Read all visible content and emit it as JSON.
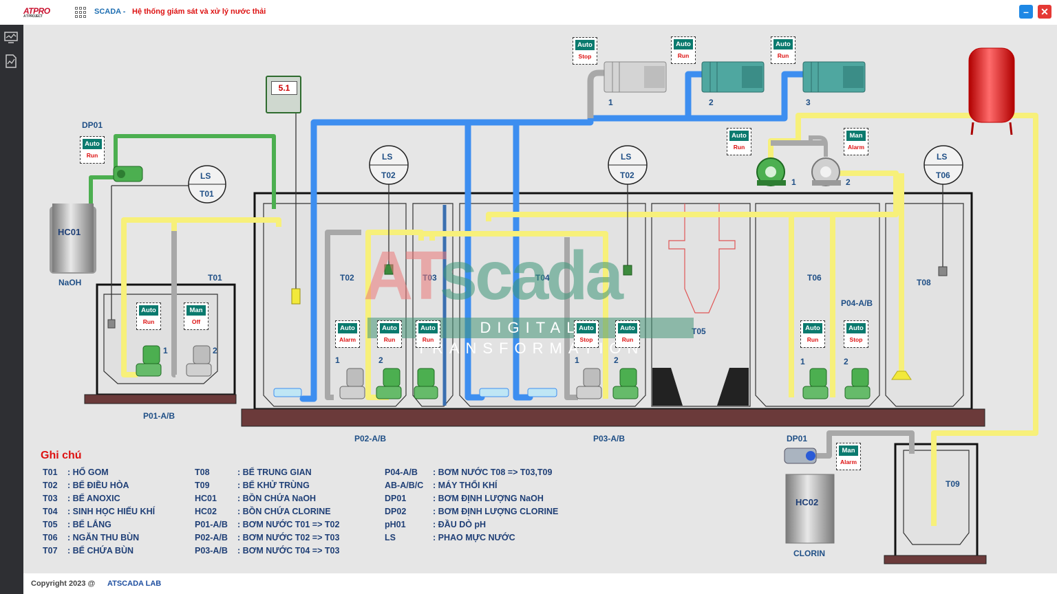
{
  "header": {
    "logo": "ATPRO",
    "logo_sub": "A T PROJECT",
    "app_name": "SCADA -",
    "app_subtitle": "Hệ thống giám sát và xử lý nước thải"
  },
  "footer": {
    "copyright": "Copyright 2023 @",
    "link": "ATSCADA LAB"
  },
  "meter": {
    "value": "5.1"
  },
  "watermark": {
    "brand_a": "AT",
    "brand_b": "scada",
    "tagline": "DIGITAL TRANSFORMATION"
  },
  "labels": {
    "dp01_top": "DP01",
    "hc01": "HC01",
    "naoh": "NaOH",
    "t01": "T01",
    "t02": "T02",
    "t03": "T03",
    "t04": "T04",
    "t05": "T05",
    "t06": "T06",
    "t08": "T08",
    "t09": "T09",
    "p01": "P01-A/B",
    "p02": "P02-A/B",
    "p03": "P03-A/B",
    "p04": "P04-A/B",
    "dp01_bottom": "DP01",
    "hc02": "HC02",
    "clorin": "CLORIN",
    "ls": "LS",
    "ls_t01": "T01",
    "ls_t02a": "T02",
    "ls_t02b": "T02",
    "ls_t06": "T06",
    "blower1": "1",
    "blower2": "2",
    "blower3": "3",
    "cp1": "1",
    "cp2": "2",
    "p01_1": "1",
    "p01_2": "2",
    "p02_1": "1",
    "p02_2": "2",
    "p03_1": "1",
    "p03_2": "2",
    "p04_1": "1",
    "p04_2": "2"
  },
  "controls": {
    "dp01": {
      "mode": "Auto",
      "state": "Run"
    },
    "p01a": {
      "mode": "Auto",
      "state": "Run"
    },
    "p01b": {
      "mode": "Man",
      "state": "Off"
    },
    "p02a": {
      "mode": "Auto",
      "state": "Alarm"
    },
    "p02b": {
      "mode": "Auto",
      "state": "Run"
    },
    "t03m": {
      "mode": "Auto",
      "state": "Run"
    },
    "p03a": {
      "mode": "Auto",
      "state": "Stop"
    },
    "p03b": {
      "mode": "Auto",
      "state": "Run"
    },
    "p04a": {
      "mode": "Auto",
      "state": "Run"
    },
    "p04b": {
      "mode": "Auto",
      "state": "Stop"
    },
    "ab1": {
      "mode": "Auto",
      "state": "Stop"
    },
    "ab2": {
      "mode": "Auto",
      "state": "Run"
    },
    "ab3": {
      "mode": "Auto",
      "state": "Run"
    },
    "cp1": {
      "mode": "Auto",
      "state": "Run"
    },
    "cp2": {
      "mode": "Man",
      "state": "Alarm"
    },
    "dp02": {
      "mode": "Man",
      "state": "Alarm"
    }
  },
  "legend": {
    "title": "Ghi chú",
    "col1": [
      {
        "code": "T01",
        "desc": ": HỐ GOM"
      },
      {
        "code": "T02",
        "desc": ": BỂ ĐIỀU HÒA"
      },
      {
        "code": "T03",
        "desc": ": BỂ ANOXIC"
      },
      {
        "code": "T04",
        "desc": ": SINH HỌC HIẾU KHÍ"
      },
      {
        "code": "T05",
        "desc": ": BỂ LẮNG"
      },
      {
        "code": "T06",
        "desc": ": NGĂN THU BÙN"
      },
      {
        "code": "T07",
        "desc": ": BỂ CHỨA BÙN"
      }
    ],
    "col2": [
      {
        "code": "T08",
        "desc": ": BỂ TRUNG GIAN"
      },
      {
        "code": "T09",
        "desc": ": BỂ KHỬ TRÙNG"
      },
      {
        "code": "HC01",
        "desc": ": BỒN CHỨA NaOH"
      },
      {
        "code": "HC02",
        "desc": ": BỒN CHỨA CLORINE"
      },
      {
        "code": "P01-A/B",
        "desc": ": BƠM NƯỚC T01 => T02"
      },
      {
        "code": "P02-A/B",
        "desc": ": BƠM NƯỚC T02 => T03"
      },
      {
        "code": "P03-A/B",
        "desc": ": BƠM NƯỚC T04 => T03"
      }
    ],
    "col3": [
      {
        "code": "P04-A/B",
        "desc": ": BƠM NƯỚC T08 => T03,T09"
      },
      {
        "code": "AB-A/B/C",
        "desc": ": MÁY THỔI KHÍ"
      },
      {
        "code": "DP01",
        "desc": ": BƠM ĐỊNH LƯỢNG NaOH"
      },
      {
        "code": "DP02",
        "desc": ": BƠM ĐỊNH LƯỢNG CLORINE"
      },
      {
        "code": "pH01",
        "desc": ": ĐẦU DÒ pH"
      },
      {
        "code": "LS",
        "desc": ": PHAO MỰC NƯỚC"
      }
    ]
  },
  "colors": {
    "pipe_yellow": "#f7f07a",
    "pipe_blue": "#3d8ef0",
    "pipe_green": "#4caf50",
    "pipe_gray": "#a8a8a8",
    "tank_floor": "#6b3a3a",
    "accent": "#0b7a6e"
  }
}
